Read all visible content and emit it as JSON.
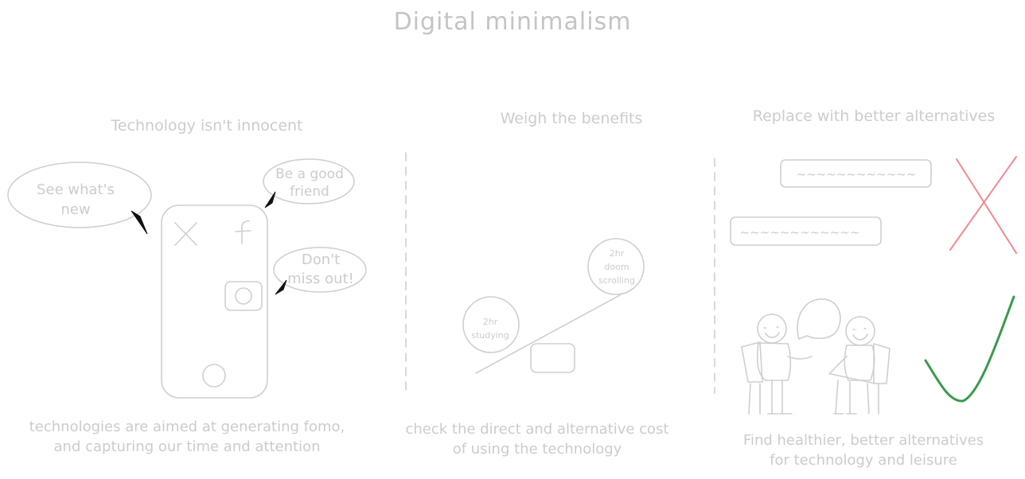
{
  "title": "Digital minimalism",
  "panels": [
    {
      "title": "Technology isn't innocent",
      "bubbles": [
        {
          "lines": [
            "See what's",
            "new"
          ]
        },
        {
          "lines": [
            "Be a good",
            "friend"
          ]
        },
        {
          "lines": [
            "Don't",
            "miss out!"
          ]
        }
      ],
      "caption": [
        "technologies are aimed at generating fomo,",
        "and capturing our time and attention"
      ]
    },
    {
      "title": "Weigh the benefits",
      "left_weight": {
        "lines": [
          "2hr",
          "studying"
        ]
      },
      "right_weight": {
        "lines": [
          "2hr",
          "doom",
          "scrolling"
        ]
      },
      "caption": [
        "check the direct and alternative cost",
        "of using the technology"
      ]
    },
    {
      "title": "Replace with better alternatives",
      "box_1": "~~~~~~~~~~~~",
      "box_2": "~~~~~~~~~~~~",
      "caption": [
        "Find healthier, better alternatives",
        "for technology and leisure"
      ]
    }
  ],
  "colors": {
    "stroke": "#cfcfcf",
    "cross": "#f08a8f",
    "check": "#3a9a4a",
    "pointer": "#111111"
  }
}
